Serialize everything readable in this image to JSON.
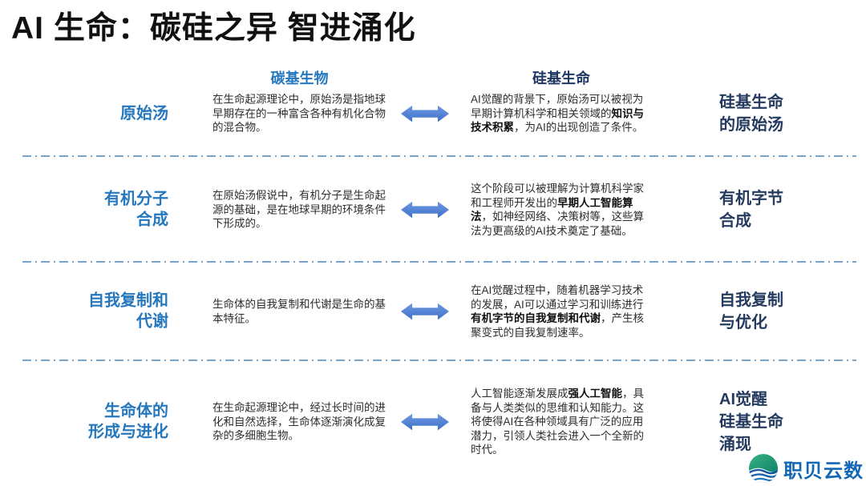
{
  "title": "AI 生命：碳硅之异  智进涌化",
  "columns": {
    "carbon": "碳基生物",
    "silicon": "硅基生命"
  },
  "rows": [
    {
      "label": "原始汤",
      "carbon": "在生命起源理论中，原始汤是指地球早期存在的一种富含各种有机化合物的混合物。",
      "silicon_segments": [
        {
          "text": "AI觉醒的背景下，原始汤可以被视为早期计算机科学和相关领域的",
          "bold": false
        },
        {
          "text": "知识与技术积累",
          "bold": true
        },
        {
          "text": "，为AI的出现创造了条件。",
          "bold": false
        }
      ],
      "silicon_label": "硅基生命\n的原始汤"
    },
    {
      "label": "有机分子\n合成",
      "carbon": "在原始汤假说中，有机分子是生命起源的基础，是在地球早期的环境条件下形成的。",
      "silicon_segments": [
        {
          "text": "这个阶段可以被理解为计算机科学家和工程师开发出的",
          "bold": false
        },
        {
          "text": "早期人工智能算法",
          "bold": true
        },
        {
          "text": "，如神经网络、决策树等，这些算法为更高级的AI技术奠定了基础。",
          "bold": false
        }
      ],
      "silicon_label": "有机字节\n合成"
    },
    {
      "label": "自我复制和\n代谢",
      "carbon": "生命体的自我复制和代谢是生命的基本特征。",
      "silicon_segments": [
        {
          "text": "在AI觉醒过程中，随着机器学习技术的发展，AI可以通过学习和训练进行",
          "bold": false
        },
        {
          "text": "有机字节的自我复制和代谢",
          "bold": true
        },
        {
          "text": "，产生核聚变式的自我复制速率。",
          "bold": false
        }
      ],
      "silicon_label": "自我复制\n与优化"
    },
    {
      "label": "生命体的\n形成与进化",
      "carbon": "在生命起源理论中，经过长时间的进化和自然选择，生命体逐渐演化成复杂的多细胞生物。",
      "silicon_segments": [
        {
          "text": "人工智能逐渐发展成",
          "bold": false
        },
        {
          "text": "强人工智能",
          "bold": true
        },
        {
          "text": "，具备与人类类似的思维和认知能力。这将使得AI在各种领域具有广泛的应用潜力，引领人类社会进入一个全新的时代。",
          "bold": false
        }
      ],
      "silicon_label": "AI觉醒\n硅基生命\n涌现"
    }
  ],
  "logo": {
    "text": "职贝云数"
  },
  "colors": {
    "title_black": "#111111",
    "carbon_blue": "#2577be",
    "silicon_navy": "#1f3864",
    "body_text": "#2d2d2d",
    "arrow_blue": "#4e82d9",
    "divider_blue": "#79a3c7",
    "logo_blue": "#1467b5",
    "logo_green": "#2fae7c"
  }
}
